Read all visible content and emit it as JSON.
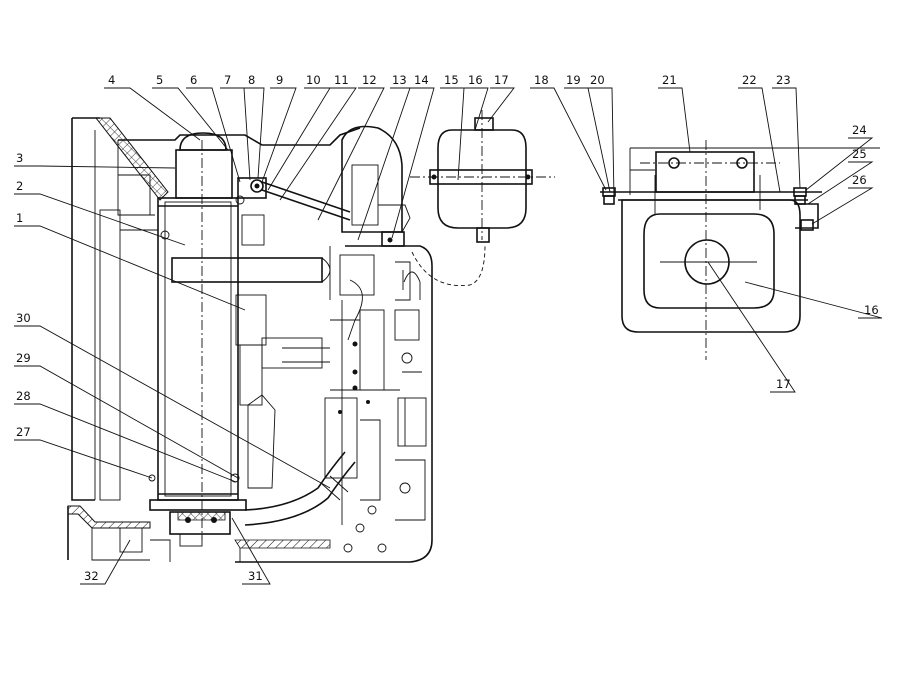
{
  "callouts": {
    "c1": "1",
    "c2": "2",
    "c3": "3",
    "c4": "4",
    "c5": "5",
    "c6": "6",
    "c7": "7",
    "c8": "8",
    "c9": "9",
    "c10": "10",
    "c11": "11",
    "c12": "12",
    "c13": "13",
    "c14": "14",
    "c15": "15",
    "c16": "16",
    "c17": "17",
    "c18": "18",
    "c19": "19",
    "c20": "20",
    "c21": "21",
    "c22": "22",
    "c23": "23",
    "c24": "24",
    "c25": "25",
    "c26": "26",
    "c27": "27",
    "c28": "28",
    "c29": "29",
    "c30": "30",
    "c31": "31",
    "c32": "32",
    "c16b": "16",
    "c17b": "17"
  }
}
